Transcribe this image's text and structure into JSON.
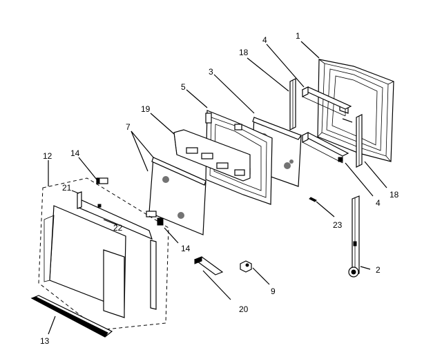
{
  "callouts": {
    "c1": "1",
    "c2": "2",
    "c3": "3",
    "c4a": "4",
    "c4b": "4",
    "c5": "5",
    "c7": "7",
    "c9": "9",
    "c12": "12",
    "c13": "13",
    "c14a": "14",
    "c14b": "14",
    "c18a": "18",
    "c18b": "18",
    "c19": "19",
    "c20": "20",
    "c21": "21",
    "c22": "22",
    "c23": "23"
  }
}
